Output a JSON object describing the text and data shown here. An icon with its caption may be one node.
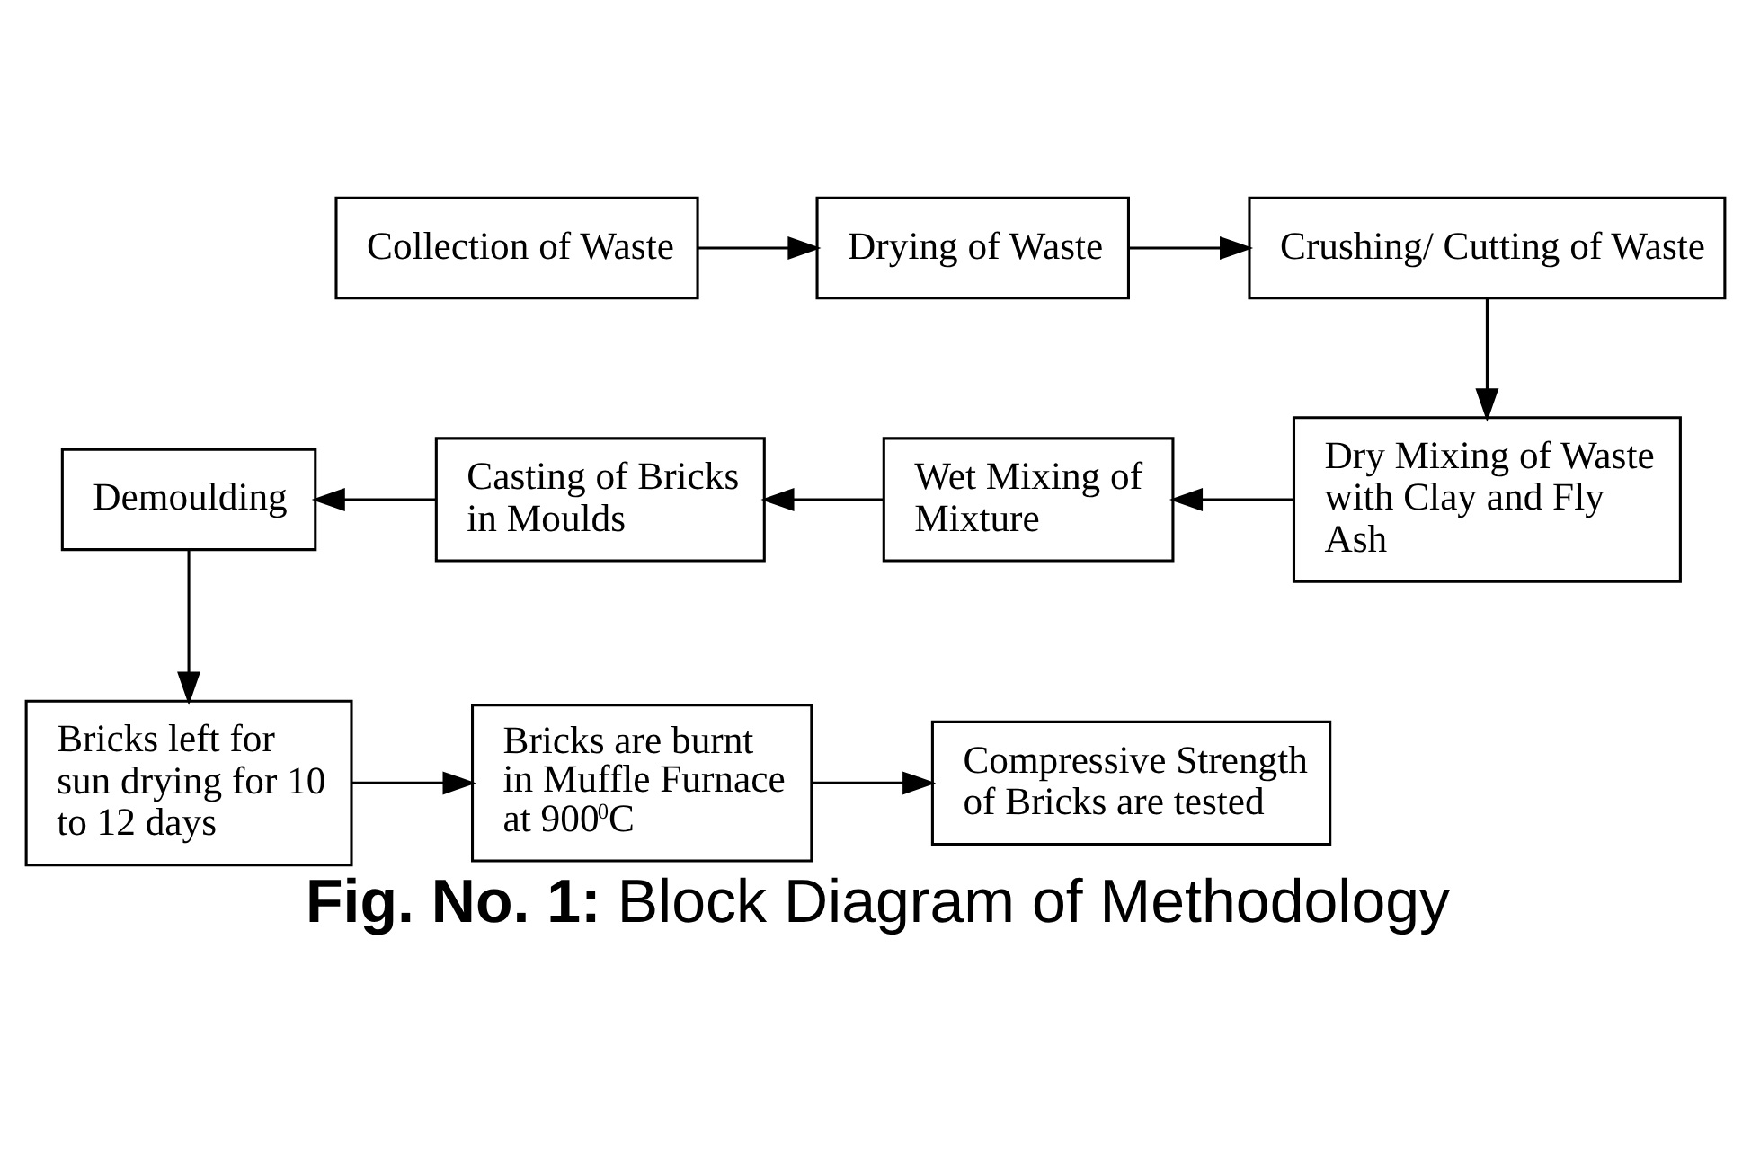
{
  "diagram": {
    "caption": "**Fig. No. 1:** Block Diagram of Methodology",
    "nodes": [
      {
        "text": [
          "Collection of Waste"
        ]
      },
      {
        "text": [
          "Drying of Waste"
        ]
      },
      {
        "text": [
          "Crushing/ Cutting of Waste"
        ]
      },
      {
        "text": [
          "Dry Mixing of Waste with Clay and Fly Ash"
        ]
      },
      {
        "text": [
          "Wet Mixing of Mixture"
        ]
      },
      {
        "text": [
          "Casting of Bricks in Moulds"
        ]
      },
      {
        "text": [
          "Demoulding"
        ]
      },
      {
        "text": [
          "Bricks left for sun drying for 10 to 12 days"
        ]
      },
      {
        "text": [
          "Bricks are burnt in Muffle Furnace at 900$^{0}$C"
        ]
      },
      {
        "text": [
          "Compressive Strength of Bricks are tested"
        ]
      }
    ],
    "edges": [
      {
        "from": 0,
        "to": 1,
        "arrow": "to"
      },
      {
        "from": 1,
        "to": 2,
        "arrow": "to"
      },
      {
        "from": 2,
        "to": 3,
        "arrow": "to"
      },
      {
        "from": 3,
        "to": 4,
        "arrow": "to"
      },
      {
        "from": 4,
        "to": 5,
        "arrow": "to"
      },
      {
        "from": 5,
        "to": 6,
        "arrow": "to"
      },
      {
        "from": 6,
        "to": 7,
        "arrow": "to"
      },
      {
        "from": 7,
        "to": 8,
        "arrow": "to"
      },
      {
        "from": 8,
        "to": 9,
        "arrow": "to"
      }
    ]
  }
}
